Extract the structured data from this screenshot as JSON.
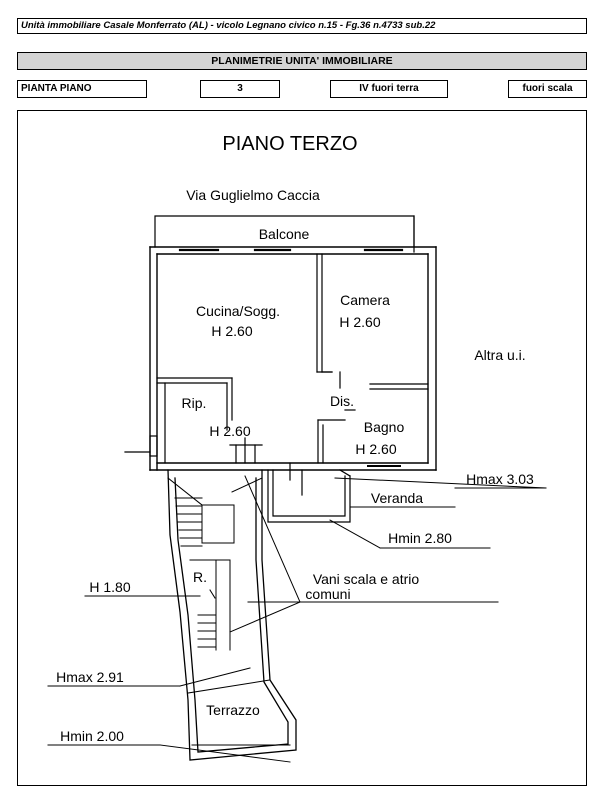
{
  "header": {
    "unit_info": "Unità immobiliare  Casale Monferrato (AL) - vicolo Legnano civico n.15 - Fg.36 n.4733 sub.22"
  },
  "title_bar": "PLANIMETRIE UNITA' IMMOBILIARE",
  "info_row": {
    "pianta_label": "PIANTA PIANO",
    "floor_number": "3",
    "floor_desc": "IV fuori terra",
    "scale": "fuori scala"
  },
  "plan": {
    "floor_title": "PIANO TERZO",
    "street": "Via Guglielmo Caccia",
    "balcone": "Balcone",
    "cucina_name": "Cucina/Sogg.",
    "cucina_h": "H 2.60",
    "camera_name": "Camera",
    "camera_h": "H 2.60",
    "altra": "Altra u.i.",
    "rip_name": "Rip.",
    "rip_h": "H 2.60",
    "dis": "Dis.",
    "bagno_name": "Bagno",
    "bagno_h": "H 2.60",
    "hmax303": "Hmax 3.03",
    "veranda": "Veranda",
    "hmin280": "Hmin 2.80",
    "r": "R.",
    "h180": "H 1.80",
    "vani1": "Vani scala e atrio",
    "vani2": "comuni",
    "hmax291": "Hmax 2.91",
    "terrazzo": "Terrazzo",
    "hmin200": "Hmin 2.00"
  }
}
